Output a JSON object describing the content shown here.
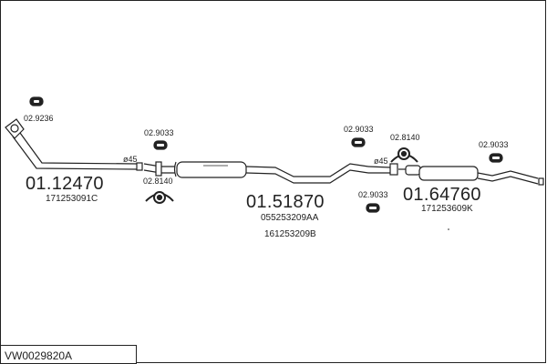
{
  "diagram": {
    "title_code": "VW0029820A",
    "parts": [
      {
        "id": "front_pipe",
        "number": "01.12470",
        "oem": "171253091C"
      },
      {
        "id": "middle_silencer",
        "number": "01.51870",
        "oem_1": "055253209AA",
        "oem_2": "161253209B"
      },
      {
        "id": "rear_silencer",
        "number": "01.64760",
        "oem": "171253609K"
      }
    ],
    "accessories": {
      "a1": "02.9236",
      "a2": "02.9033",
      "a3": "02.8140",
      "a4": "02.9033",
      "a5": "02.8140",
      "a6": "02.9033",
      "a7": "02.9033"
    },
    "diameters": {
      "d1": "ø45",
      "d2": "ø45"
    }
  }
}
